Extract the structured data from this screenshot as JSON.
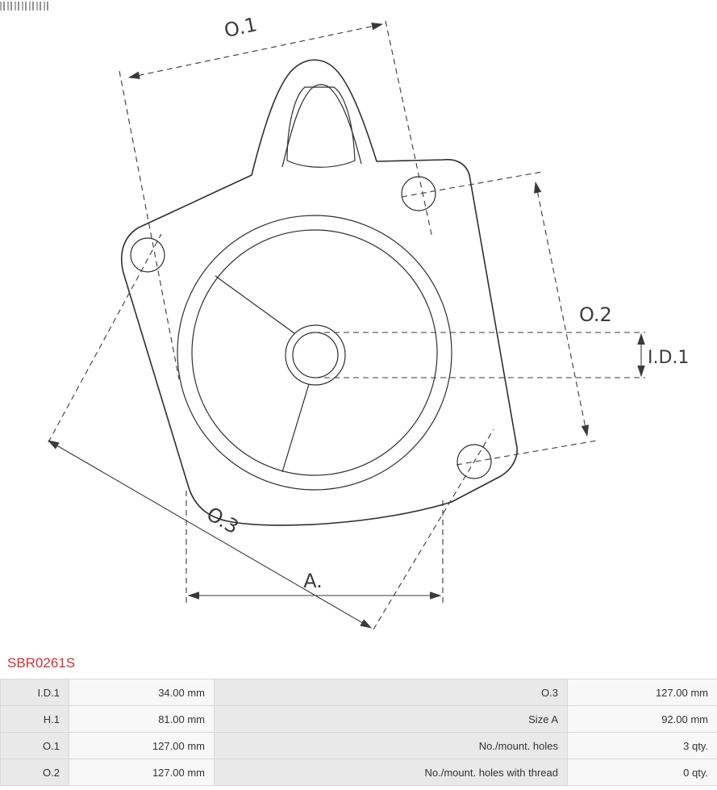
{
  "drawing": {
    "labels": {
      "o1": "O.1",
      "o2": "O.2",
      "o3": "O.3",
      "a": "A.",
      "id1": "I.D.1"
    },
    "line_color": "#2e2e2e",
    "label_color": "#3c3c3c"
  },
  "part_number": "SBR0261S",
  "part_number_color": "#cc3333",
  "spec_table": {
    "rows": [
      {
        "label_left": "I.D.1",
        "value_left": "34.00 mm",
        "label_right": "O.3",
        "value_right": "127.00 mm"
      },
      {
        "label_left": "H.1",
        "value_left": "81.00 mm",
        "label_right": "Size A",
        "value_right": "92.00 mm"
      },
      {
        "label_left": "O.1",
        "value_left": "127.00 mm",
        "label_right": "No./mount. holes",
        "value_right": "3 qty."
      },
      {
        "label_left": "O.2",
        "value_left": "127.00 mm",
        "label_right": "No./mount. holes with thread",
        "value_right": "0 qty."
      }
    ]
  }
}
